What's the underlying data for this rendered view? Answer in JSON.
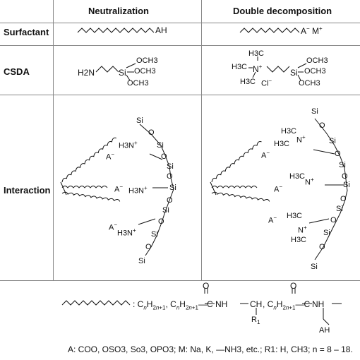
{
  "headers": {
    "neutralization": "Neutralization",
    "double_decomposition": "Double decomposition"
  },
  "rows": {
    "surfactant": "Surfactant",
    "csda": "CSDA",
    "interaction": "Interaction"
  },
  "surfactant": {
    "neutralization_head": "AH",
    "double_head": "A",
    "double_cation": "M"
  },
  "csda_left": {
    "amine": "H2N",
    "si": "Si",
    "och3_1": "OCH3",
    "och3_2": "OCH3",
    "och3_3": "OCH3"
  },
  "csda_right": {
    "ch3_a": "H3C",
    "ch3_b": "H3C",
    "ch3_c": "H3C",
    "n": "N",
    "cl": "Cl",
    "si": "Si",
    "och3_1": "OCH3",
    "och3_2": "OCH3",
    "och3_3": "OCH3"
  },
  "interaction_left": {
    "a1": "A",
    "a2": "A",
    "a3": "A",
    "n1": "H3N",
    "n2": "H3N",
    "n3": "H3N",
    "si_top": "Si",
    "si_bottom": "Si",
    "si": "Si",
    "o": "O"
  },
  "interaction_right": {
    "a1": "A",
    "a2": "A",
    "a3": "A",
    "n": "N",
    "h3c": "H3C",
    "si_top": "Si",
    "si_bottom": "Si",
    "si": "Si",
    "o": "O"
  },
  "bottom": {
    "formula_1": "C",
    "formula_n": "n",
    "formula_h": "H",
    "formula_2n1": "2n+1",
    "formula_text": "C",
    "c": "C",
    "o": "O",
    "nh": "NH",
    "ch": "CH",
    "r1": "R",
    "r1_sub": "1",
    "ah": "AH",
    "note": "A: COO, OSO3, So3, OPO3; M: Na, K, —NH3, etc.; R1: H, CH3; n = 8 – 18."
  }
}
